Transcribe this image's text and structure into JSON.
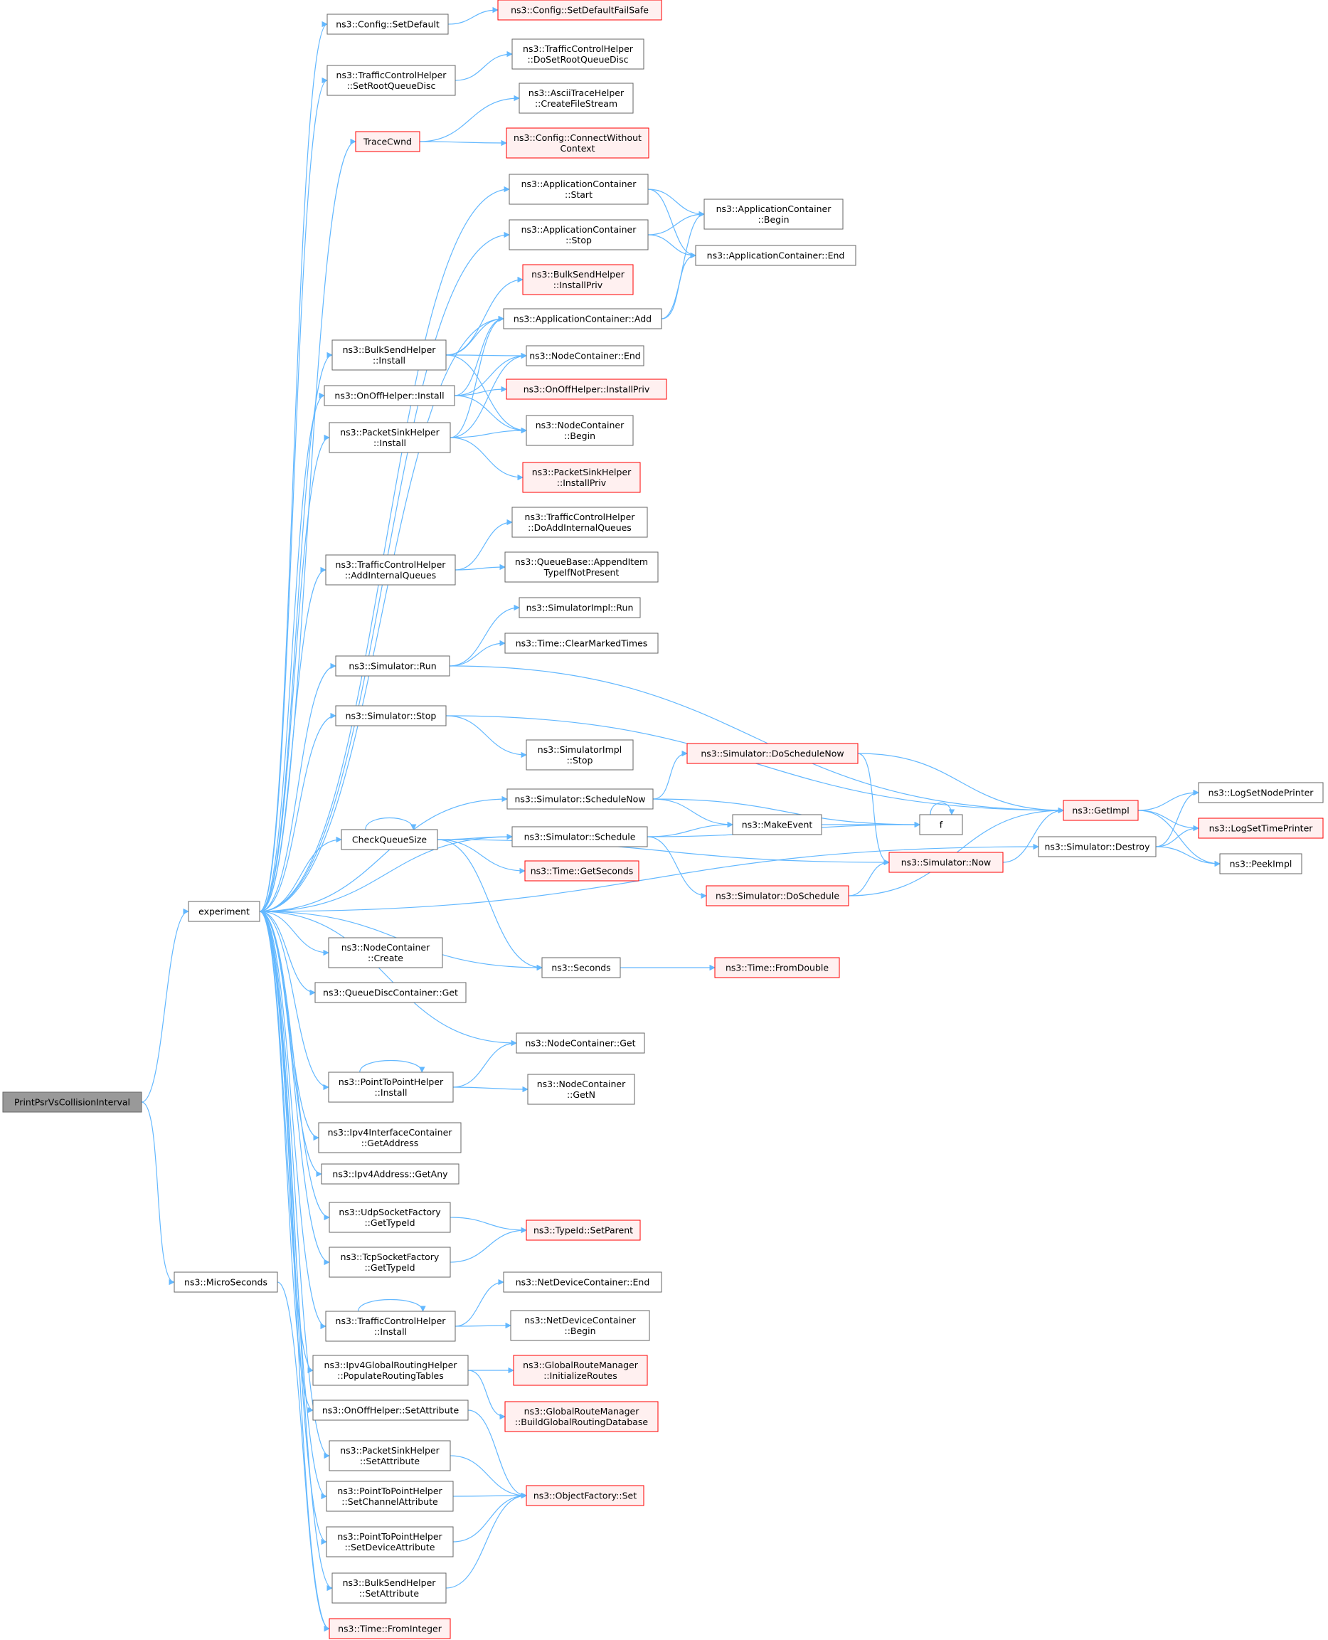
{
  "colors": {
    "edge": "#63b8ff",
    "node_border": "#666666",
    "node_fill": "#ffffff",
    "truncated_border": "#ff0000",
    "truncated_fill": "#fff0f0",
    "root_fill": "#999999",
    "root_border": "#666666"
  },
  "nodes": {
    "root": {
      "lines": [
        "PrintPsrVsCollisionInterval"
      ],
      "kind": "root"
    },
    "experiment": {
      "lines": [
        "experiment"
      ],
      "kind": "normal"
    },
    "microseconds": {
      "lines": [
        "ns3::MicroSeconds"
      ],
      "kind": "normal"
    },
    "cfg_setdefault": {
      "lines": [
        "ns3::Config::SetDefault"
      ],
      "kind": "normal"
    },
    "cfg_setdefaultfailsafe": {
      "lines": [
        "ns3::Config::SetDefaultFailSafe"
      ],
      "kind": "truncated"
    },
    "tch_setrootqd": {
      "lines": [
        "ns3::TrafficControlHelper",
        "::SetRootQueueDisc"
      ],
      "kind": "normal"
    },
    "tch_dosetrootqd": {
      "lines": [
        "ns3::TrafficControlHelper",
        "::DoSetRootQueueDisc"
      ],
      "kind": "normal"
    },
    "tracecwnd": {
      "lines": [
        "TraceCwnd"
      ],
      "kind": "truncated"
    },
    "ascii_cfs": {
      "lines": [
        "ns3::AsciiTraceHelper",
        "::CreateFileStream"
      ],
      "kind": "normal"
    },
    "cfg_connectwoc": {
      "lines": [
        "ns3::Config::ConnectWithout",
        "Context"
      ],
      "kind": "truncated"
    },
    "ac_start": {
      "lines": [
        "ns3::ApplicationContainer",
        "::Start"
      ],
      "kind": "normal"
    },
    "ac_begin": {
      "lines": [
        "ns3::ApplicationContainer",
        "::Begin"
      ],
      "kind": "normal"
    },
    "ac_stop": {
      "lines": [
        "ns3::ApplicationContainer",
        "::Stop"
      ],
      "kind": "normal"
    },
    "ac_end": {
      "lines": [
        "ns3::ApplicationContainer::End"
      ],
      "kind": "normal"
    },
    "bsh_installpriv": {
      "lines": [
        "ns3::BulkSendHelper",
        "::InstallPriv"
      ],
      "kind": "truncated"
    },
    "ac_add": {
      "lines": [
        "ns3::ApplicationContainer::Add"
      ],
      "kind": "normal"
    },
    "bsh_install": {
      "lines": [
        "ns3::BulkSendHelper",
        "::Install"
      ],
      "kind": "normal"
    },
    "nc_end": {
      "lines": [
        "ns3::NodeContainer::End"
      ],
      "kind": "normal"
    },
    "ooh_install": {
      "lines": [
        "ns3::OnOffHelper::Install"
      ],
      "kind": "normal"
    },
    "ooh_installpriv": {
      "lines": [
        "ns3::OnOffHelper::InstallPriv"
      ],
      "kind": "truncated"
    },
    "psh_install": {
      "lines": [
        "ns3::PacketSinkHelper",
        "::Install"
      ],
      "kind": "normal"
    },
    "nc_begin": {
      "lines": [
        "ns3::NodeContainer",
        "::Begin"
      ],
      "kind": "normal"
    },
    "psh_installpriv": {
      "lines": [
        "ns3::PacketSinkHelper",
        "::InstallPriv"
      ],
      "kind": "truncated"
    },
    "tch_doaddiq": {
      "lines": [
        "ns3::TrafficControlHelper",
        "::DoAddInternalQueues"
      ],
      "kind": "normal"
    },
    "tch_addiq": {
      "lines": [
        "ns3::TrafficControlHelper",
        "::AddInternalQueues"
      ],
      "kind": "normal"
    },
    "qb_append": {
      "lines": [
        "ns3::QueueBase::AppendItem",
        "TypeIfNotPresent"
      ],
      "kind": "normal"
    },
    "simimpl_run": {
      "lines": [
        "ns3::SimulatorImpl::Run"
      ],
      "kind": "normal"
    },
    "sim_run": {
      "lines": [
        "ns3::Simulator::Run"
      ],
      "kind": "normal"
    },
    "time_clear": {
      "lines": [
        "ns3::Time::ClearMarkedTimes"
      ],
      "kind": "normal"
    },
    "sim_stop": {
      "lines": [
        "ns3::Simulator::Stop"
      ],
      "kind": "normal"
    },
    "simimpl_stop": {
      "lines": [
        "ns3::SimulatorImpl",
        "::Stop"
      ],
      "kind": "normal"
    },
    "sim_doschednow": {
      "lines": [
        "ns3::Simulator::DoScheduleNow"
      ],
      "kind": "truncated"
    },
    "sim_schednow": {
      "lines": [
        "ns3::Simulator::ScheduleNow"
      ],
      "kind": "normal"
    },
    "getimpl": {
      "lines": [
        "ns3::GetImpl"
      ],
      "kind": "truncated"
    },
    "logsetnodeprinter": {
      "lines": [
        "ns3::LogSetNodePrinter"
      ],
      "kind": "normal"
    },
    "makeevent": {
      "lines": [
        "ns3::MakeEvent"
      ],
      "kind": "normal"
    },
    "f": {
      "lines": [
        "f"
      ],
      "kind": "normal"
    },
    "logsettimeprinter": {
      "lines": [
        "ns3::LogSetTimePrinter"
      ],
      "kind": "truncated"
    },
    "checkqueuesize": {
      "lines": [
        "CheckQueueSize"
      ],
      "kind": "normal"
    },
    "sim_schedule": {
      "lines": [
        "ns3::Simulator::Schedule"
      ],
      "kind": "normal"
    },
    "sim_destroy": {
      "lines": [
        "ns3::Simulator::Destroy"
      ],
      "kind": "normal"
    },
    "sim_now": {
      "lines": [
        "ns3::Simulator::Now"
      ],
      "kind": "truncated"
    },
    "time_getseconds": {
      "lines": [
        "ns3::Time::GetSeconds"
      ],
      "kind": "truncated"
    },
    "peekimpl": {
      "lines": [
        "ns3::PeekImpl"
      ],
      "kind": "normal"
    },
    "sim_dosched": {
      "lines": [
        "ns3::Simulator::DoSchedule"
      ],
      "kind": "truncated"
    },
    "nc_create": {
      "lines": [
        "ns3::NodeContainer",
        "::Create"
      ],
      "kind": "normal"
    },
    "seconds": {
      "lines": [
        "ns3::Seconds"
      ],
      "kind": "normal"
    },
    "time_fromdouble": {
      "lines": [
        "ns3::Time::FromDouble"
      ],
      "kind": "truncated"
    },
    "qdc_get": {
      "lines": [
        "ns3::QueueDiscContainer::Get"
      ],
      "kind": "normal"
    },
    "nc_get": {
      "lines": [
        "ns3::NodeContainer::Get"
      ],
      "kind": "normal"
    },
    "p2p_install": {
      "lines": [
        "ns3::PointToPointHelper",
        "::Install"
      ],
      "kind": "normal"
    },
    "nc_getn": {
      "lines": [
        "ns3::NodeContainer",
        "::GetN"
      ],
      "kind": "normal"
    },
    "ipv4ic_getaddr": {
      "lines": [
        "ns3::Ipv4InterfaceContainer",
        "::GetAddress"
      ],
      "kind": "normal"
    },
    "ipv4addr_getany": {
      "lines": [
        "ns3::Ipv4Address::GetAny"
      ],
      "kind": "normal"
    },
    "udpsf_gettypeid": {
      "lines": [
        "ns3::UdpSocketFactory",
        "::GetTypeId"
      ],
      "kind": "normal"
    },
    "typeid_setparent": {
      "lines": [
        "ns3::TypeId::SetParent"
      ],
      "kind": "truncated"
    },
    "tcpsf_gettypeid": {
      "lines": [
        "ns3::TcpSocketFactory",
        "::GetTypeId"
      ],
      "kind": "normal"
    },
    "ndc_end": {
      "lines": [
        "ns3::NetDeviceContainer::End"
      ],
      "kind": "normal"
    },
    "tch_install": {
      "lines": [
        "ns3::TrafficControlHelper",
        "::Install"
      ],
      "kind": "normal"
    },
    "ndc_begin": {
      "lines": [
        "ns3::NetDeviceContainer",
        "::Begin"
      ],
      "kind": "normal"
    },
    "ipv4grh_prt": {
      "lines": [
        "ns3::Ipv4GlobalRoutingHelper",
        "::PopulateRoutingTables"
      ],
      "kind": "normal"
    },
    "grm_initroutes": {
      "lines": [
        "ns3::GlobalRouteManager",
        "::InitializeRoutes"
      ],
      "kind": "truncated"
    },
    "ooh_setattr": {
      "lines": [
        "ns3::OnOffHelper::SetAttribute"
      ],
      "kind": "normal"
    },
    "grm_buildgrd": {
      "lines": [
        "ns3::GlobalRouteManager",
        "::BuildGlobalRoutingDatabase"
      ],
      "kind": "truncated"
    },
    "psh_setattr": {
      "lines": [
        "ns3::PacketSinkHelper",
        "::SetAttribute"
      ],
      "kind": "normal"
    },
    "p2p_setchattr": {
      "lines": [
        "ns3::PointToPointHelper",
        "::SetChannelAttribute"
      ],
      "kind": "normal"
    },
    "of_set": {
      "lines": [
        "ns3::ObjectFactory::Set"
      ],
      "kind": "truncated"
    },
    "p2p_setdevattr": {
      "lines": [
        "ns3::PointToPointHelper",
        "::SetDeviceAttribute"
      ],
      "kind": "normal"
    },
    "bsh_setattr": {
      "lines": [
        "ns3::BulkSendHelper",
        "::SetAttribute"
      ],
      "kind": "normal"
    },
    "time_fromint": {
      "lines": [
        "ns3::Time::FromInteger"
      ],
      "kind": "truncated"
    }
  },
  "edges": [
    [
      "root",
      "experiment"
    ],
    [
      "root",
      "microseconds"
    ],
    [
      "experiment",
      "cfg_setdefault"
    ],
    [
      "experiment",
      "tch_setrootqd"
    ],
    [
      "experiment",
      "tracecwnd"
    ],
    [
      "experiment",
      "ac_start"
    ],
    [
      "experiment",
      "ac_stop"
    ],
    [
      "experiment",
      "ac_add"
    ],
    [
      "experiment",
      "bsh_install"
    ],
    [
      "experiment",
      "ooh_install"
    ],
    [
      "experiment",
      "psh_install"
    ],
    [
      "experiment",
      "tch_addiq"
    ],
    [
      "experiment",
      "sim_run"
    ],
    [
      "experiment",
      "sim_stop"
    ],
    [
      "experiment",
      "sim_schednow"
    ],
    [
      "experiment",
      "sim_schedule"
    ],
    [
      "experiment",
      "checkqueuesize"
    ],
    [
      "experiment",
      "seconds"
    ],
    [
      "experiment",
      "sim_destroy"
    ],
    [
      "experiment",
      "nc_create"
    ],
    [
      "experiment",
      "qdc_get"
    ],
    [
      "experiment",
      "nc_get"
    ],
    [
      "experiment",
      "p2p_install"
    ],
    [
      "experiment",
      "ipv4ic_getaddr"
    ],
    [
      "experiment",
      "ipv4addr_getany"
    ],
    [
      "experiment",
      "udpsf_gettypeid"
    ],
    [
      "experiment",
      "tcpsf_gettypeid"
    ],
    [
      "experiment",
      "tch_install"
    ],
    [
      "experiment",
      "ipv4grh_prt"
    ],
    [
      "experiment",
      "ooh_setattr"
    ],
    [
      "experiment",
      "psh_setattr"
    ],
    [
      "experiment",
      "p2p_setchattr"
    ],
    [
      "experiment",
      "p2p_setdevattr"
    ],
    [
      "experiment",
      "bsh_setattr"
    ],
    [
      "experiment",
      "time_fromint"
    ],
    [
      "microseconds",
      "time_fromint"
    ],
    [
      "cfg_setdefault",
      "cfg_setdefaultfailsafe"
    ],
    [
      "tch_setrootqd",
      "tch_dosetrootqd"
    ],
    [
      "tracecwnd",
      "ascii_cfs"
    ],
    [
      "tracecwnd",
      "cfg_connectwoc"
    ],
    [
      "ac_start",
      "ac_begin"
    ],
    [
      "ac_start",
      "ac_end"
    ],
    [
      "ac_stop",
      "ac_begin"
    ],
    [
      "ac_stop",
      "ac_end"
    ],
    [
      "ac_add",
      "ac_begin"
    ],
    [
      "ac_add",
      "ac_end"
    ],
    [
      "bsh_install",
      "bsh_installpriv"
    ],
    [
      "bsh_install",
      "ac_add"
    ],
    [
      "bsh_install",
      "nc_end"
    ],
    [
      "bsh_install",
      "nc_begin"
    ],
    [
      "ooh_install",
      "ac_add"
    ],
    [
      "ooh_install",
      "nc_end"
    ],
    [
      "ooh_install",
      "ooh_installpriv"
    ],
    [
      "ooh_install",
      "nc_begin"
    ],
    [
      "psh_install",
      "ac_add"
    ],
    [
      "psh_install",
      "nc_end"
    ],
    [
      "psh_install",
      "nc_begin"
    ],
    [
      "psh_install",
      "psh_installpriv"
    ],
    [
      "tch_addiq",
      "tch_doaddiq"
    ],
    [
      "tch_addiq",
      "qb_append"
    ],
    [
      "sim_run",
      "simimpl_run"
    ],
    [
      "sim_run",
      "time_clear"
    ],
    [
      "sim_run",
      "getimpl"
    ],
    [
      "sim_stop",
      "getimpl"
    ],
    [
      "sim_stop",
      "simimpl_stop"
    ],
    [
      "sim_schednow",
      "sim_doschednow"
    ],
    [
      "sim_schednow",
      "makeevent"
    ],
    [
      "sim_schednow",
      "f"
    ],
    [
      "sim_doschednow",
      "getimpl"
    ],
    [
      "sim_doschednow",
      "sim_now"
    ],
    [
      "makeevent",
      "f"
    ],
    [
      "f",
      "f"
    ],
    [
      "sim_schedule",
      "makeevent"
    ],
    [
      "sim_schedule",
      "f"
    ],
    [
      "sim_schedule",
      "sim_dosched"
    ],
    [
      "sim_dosched",
      "sim_now"
    ],
    [
      "sim_dosched",
      "getimpl"
    ],
    [
      "sim_now",
      "getimpl"
    ],
    [
      "getimpl",
      "logsetnodeprinter"
    ],
    [
      "getimpl",
      "logsettimeprinter"
    ],
    [
      "getimpl",
      "peekimpl"
    ],
    [
      "sim_destroy",
      "logsetnodeprinter"
    ],
    [
      "sim_destroy",
      "logsettimeprinter"
    ],
    [
      "sim_destroy",
      "peekimpl"
    ],
    [
      "checkqueuesize",
      "checkqueuesize"
    ],
    [
      "checkqueuesize",
      "sim_schedule"
    ],
    [
      "checkqueuesize",
      "time_getseconds"
    ],
    [
      "checkqueuesize",
      "seconds"
    ],
    [
      "checkqueuesize",
      "sim_now"
    ],
    [
      "seconds",
      "time_fromdouble"
    ],
    [
      "p2p_install",
      "p2p_install"
    ],
    [
      "p2p_install",
      "nc_get"
    ],
    [
      "p2p_install",
      "nc_getn"
    ],
    [
      "udpsf_gettypeid",
      "typeid_setparent"
    ],
    [
      "tcpsf_gettypeid",
      "typeid_setparent"
    ],
    [
      "tch_install",
      "tch_install"
    ],
    [
      "tch_install",
      "ndc_end"
    ],
    [
      "tch_install",
      "ndc_begin"
    ],
    [
      "ipv4grh_prt",
      "grm_initroutes"
    ],
    [
      "ipv4grh_prt",
      "grm_buildgrd"
    ],
    [
      "ooh_setattr",
      "of_set"
    ],
    [
      "psh_setattr",
      "of_set"
    ],
    [
      "p2p_setchattr",
      "of_set"
    ],
    [
      "p2p_setdevattr",
      "of_set"
    ],
    [
      "bsh_setattr",
      "of_set"
    ]
  ]
}
